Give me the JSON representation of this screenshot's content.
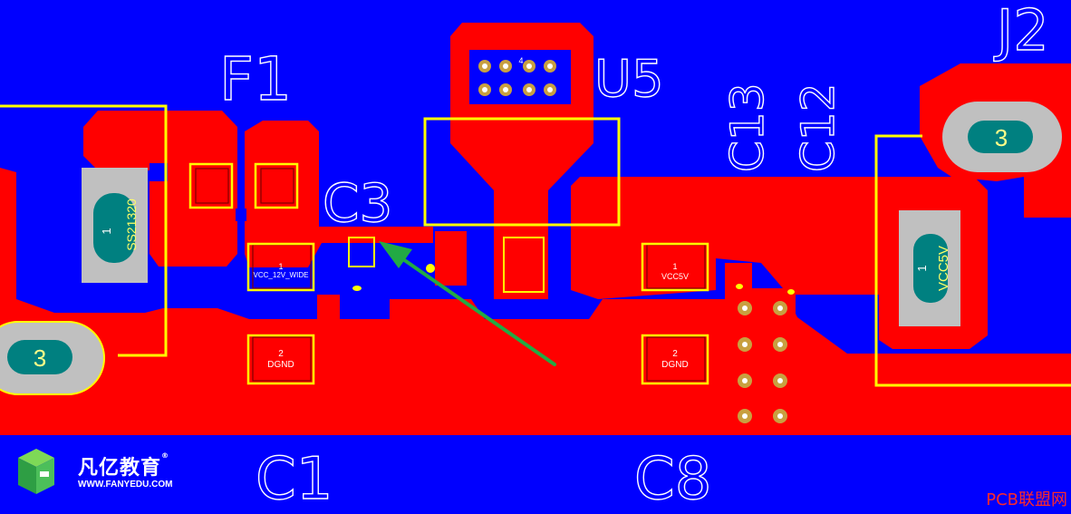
{
  "board": {
    "colors": {
      "background": "#0000ff",
      "copper": "#ff0000",
      "silkscreen": "#ffff00",
      "pad": "#008080",
      "body": "#c0c0c0",
      "arrow": "#22aa44"
    },
    "designators": {
      "f1": "F1",
      "c3": "C3",
      "u5": "U5",
      "c13": "C13",
      "c12": "C12",
      "j2": "J2",
      "c1": "C1",
      "c8": "C8"
    },
    "pads": {
      "left_connector": "3",
      "right_connector": "3",
      "diode_number": "1",
      "diode_label": "SS21320",
      "vcc5v_number": "1",
      "vcc5v_label": "VCC5V",
      "tp_vcc12_number": "1",
      "tp_vcc12_label": "VCC_12V_WIDE",
      "tp_dgnd_left_number": "2",
      "tp_dgnd_left_label": "DGND",
      "tp_vcc5v_number": "1",
      "tp_vcc5v_label": "VCC5V",
      "tp_dgnd_right_number": "2",
      "tp_dgnd_right_label": "DGND",
      "u5_pin": "4"
    },
    "icons": {
      "arrow": "green-arrow-icon",
      "logo": "fanyedu-logo-icon"
    }
  },
  "branding": {
    "logo_text": "凡亿教育",
    "logo_registered": "®",
    "logo_url": "WWW.FANYEDU.COM",
    "watermark": "PCB联盟网"
  }
}
